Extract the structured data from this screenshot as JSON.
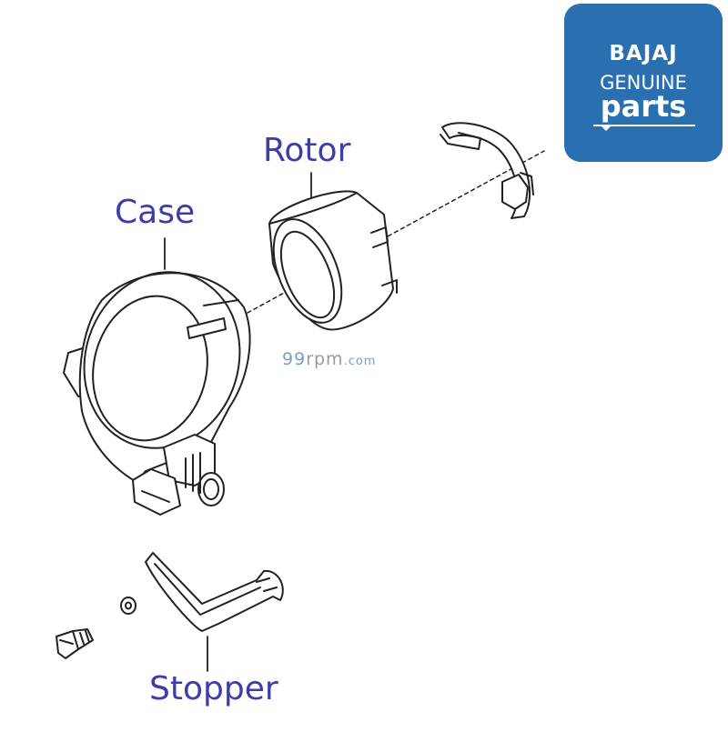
{
  "labels": {
    "rotor": "Rotor",
    "case": "Case",
    "stopper": "Stopper"
  },
  "badge": {
    "brand": "BAJAJ",
    "line2": "GENUINE",
    "line3": "parts"
  },
  "watermark": {
    "digits": "99",
    "word": "rpm",
    "suffix": ".com"
  },
  "colors": {
    "label_text": "#3b3da8",
    "badge_bg": "#2a6fb0",
    "watermark_digits": "#7b9cc4",
    "watermark_word": "#9a9a9a",
    "line": "#222222"
  }
}
